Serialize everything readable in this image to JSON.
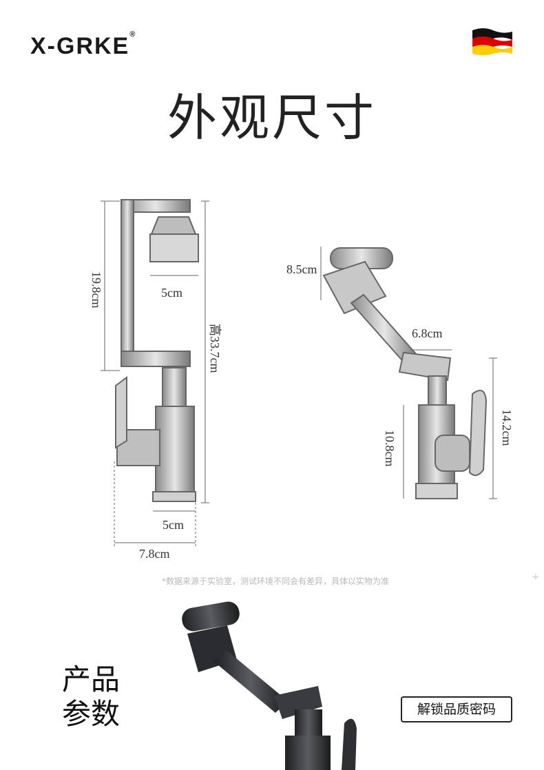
{
  "header": {
    "brand": "X-GRKE",
    "registered": "®",
    "flag_icon": "germany-flag-icon",
    "flag_colors": [
      "#000000",
      "#dd0000",
      "#ffce00"
    ]
  },
  "title": "外观尺寸",
  "dimensions": {
    "left_faucet": {
      "height_upper": "19.8cm",
      "spout_width": "5cm",
      "total_height": "高33.7cm",
      "base_width": "5cm",
      "overall_width": "7.8cm"
    },
    "right_faucet": {
      "head_size": "8.5cm",
      "arm_width": "6.8cm",
      "body_height": "10.8cm",
      "total_height": "14.2cm"
    }
  },
  "disclaimer": "*数据来源于实验室，测试环境不同会有差异，具体以实物为准",
  "section": {
    "params_line1": "产品",
    "params_line2": "参数",
    "unlock_button": "解锁品质密码"
  }
}
